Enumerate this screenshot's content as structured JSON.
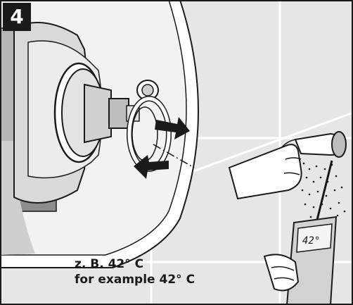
{
  "step": {
    "number": "4"
  },
  "caption": {
    "line_de": "z. B. 42° C",
    "line_en": "for example 42° C"
  },
  "thermometer": {
    "display_reading": "42°"
  },
  "colors": {
    "tile": "#e6e6e6",
    "grout": "#ffffff",
    "ink": "#1a1a1a",
    "cutaway": "#ffffff",
    "shadow": "#b5b5b5"
  },
  "icons": {
    "rotate_up": "rotate-arrow-up-icon",
    "rotate_down": "rotate-arrow-down-icon"
  }
}
